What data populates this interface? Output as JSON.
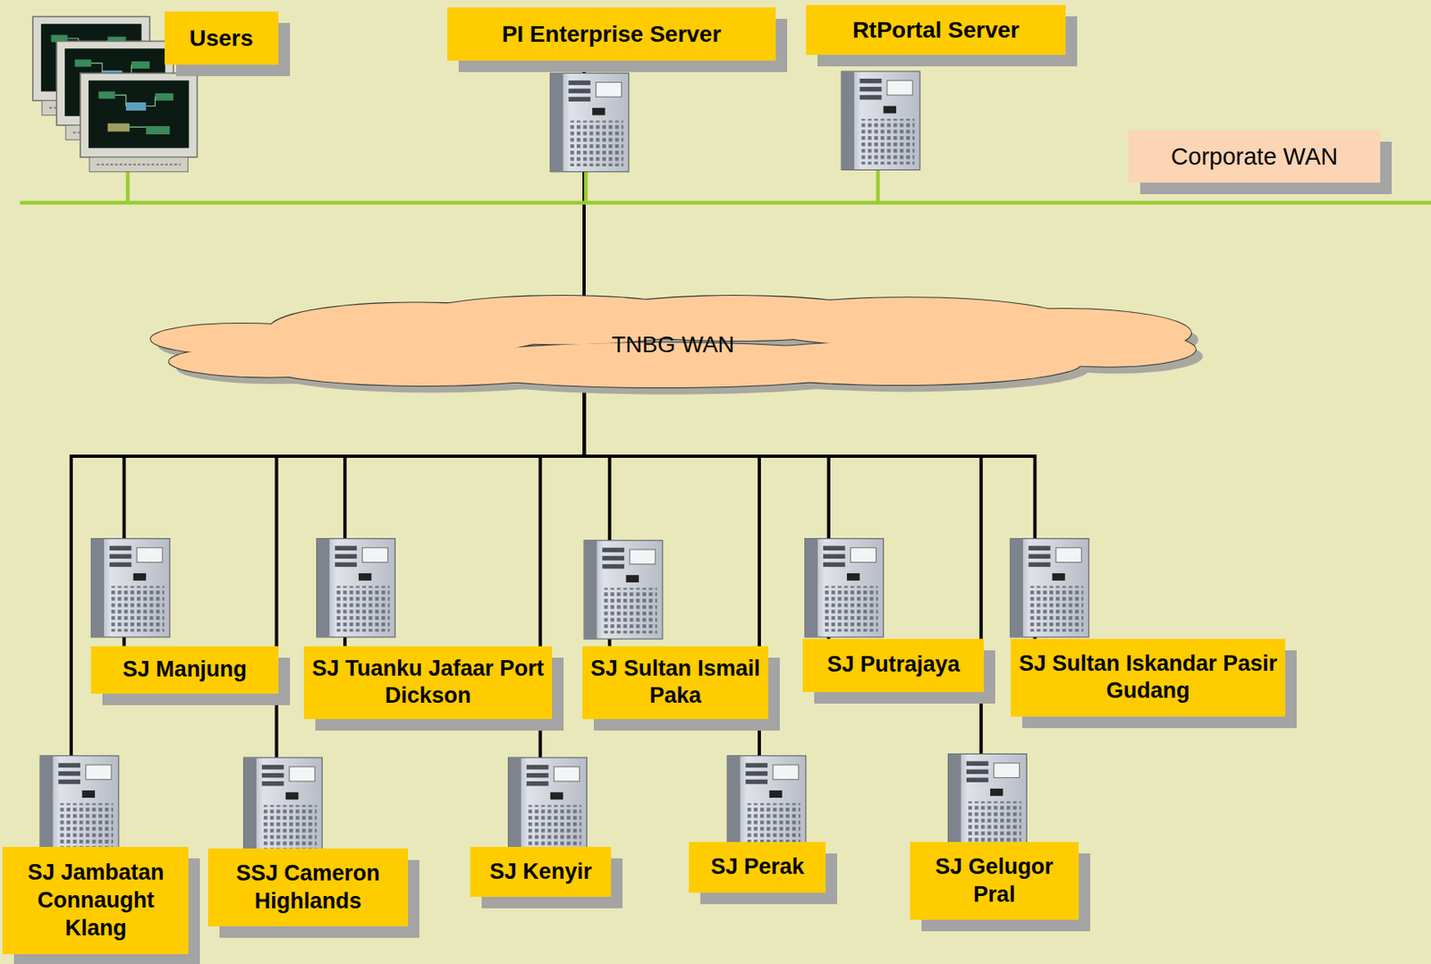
{
  "diagram": {
    "nodes": [
      {
        "text": [
          "Users"
        ]
      },
      {
        "text": [
          "PI Enterprise Server"
        ]
      },
      {
        "text": [
          "RtPortal Server"
        ]
      },
      {
        "text": [
          "Corporate WAN"
        ]
      },
      {
        "text": [
          "TNBG WAN"
        ]
      },
      {
        "text": [
          "SJ Manjung"
        ]
      },
      {
        "text": [
          "SJ Tuanku Jafaar Port Dickson"
        ]
      },
      {
        "text": [
          "SJ Sultan Ismail Paka"
        ]
      },
      {
        "text": [
          "SJ Putrajaya"
        ]
      },
      {
        "text": [
          "SJ Sultan Iskandar Pasir Gudang"
        ]
      },
      {
        "text": [
          "SJ Jambatan Connaught Klang"
        ]
      },
      {
        "text": [
          "SSJ Cameron Highlands"
        ]
      },
      {
        "text": [
          "SJ Kenyir"
        ]
      },
      {
        "text": [
          "SJ Perak"
        ]
      },
      {
        "text": [
          "SJ Gelugor Pral"
        ]
      }
    ],
    "edges": [
      {
        "from": 1,
        "to": 4,
        "arrow": "none"
      },
      {
        "from": 4,
        "to": 5,
        "arrow": "none"
      },
      {
        "from": 4,
        "to": 6,
        "arrow": "none"
      },
      {
        "from": 4,
        "to": 7,
        "arrow": "none"
      },
      {
        "from": 4,
        "to": 8,
        "arrow": "none"
      },
      {
        "from": 4,
        "to": 9,
        "arrow": "none"
      },
      {
        "from": 4,
        "to": 10,
        "arrow": "none"
      },
      {
        "from": 4,
        "to": 11,
        "arrow": "none"
      },
      {
        "from": 4,
        "to": 12,
        "arrow": "none"
      },
      {
        "from": 4,
        "to": 13,
        "arrow": "none"
      },
      {
        "from": 4,
        "to": 14,
        "arrow": "none"
      }
    ]
  }
}
